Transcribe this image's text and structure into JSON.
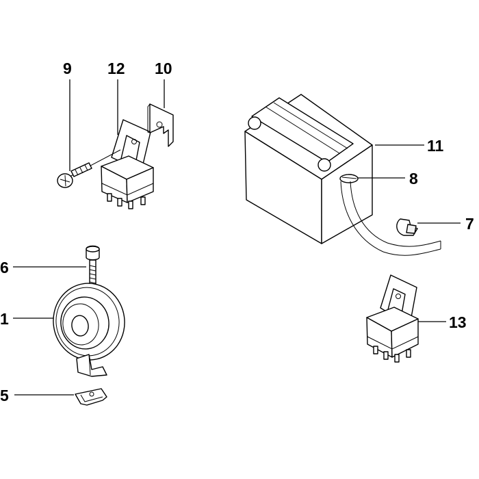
{
  "diagram": {
    "callouts": [
      {
        "key": "c1",
        "label": "1"
      },
      {
        "key": "c5",
        "label": "5"
      },
      {
        "key": "c6",
        "label": "6"
      },
      {
        "key": "c7",
        "label": "7"
      },
      {
        "key": "c8",
        "label": "8"
      },
      {
        "key": "c9",
        "label": "9"
      },
      {
        "key": "c10",
        "label": "10"
      },
      {
        "key": "c11",
        "label": "11"
      },
      {
        "key": "c12",
        "label": "12"
      },
      {
        "key": "c13",
        "label": "13"
      }
    ]
  }
}
